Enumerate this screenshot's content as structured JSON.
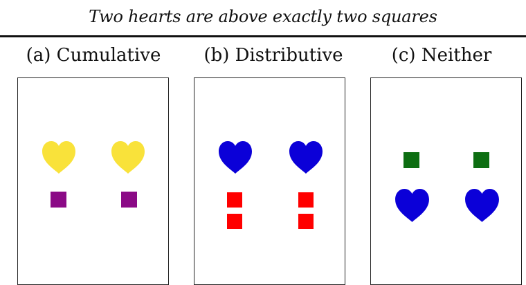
{
  "caption": "Two hearts are above exactly two squares",
  "panels": [
    {
      "label": "(a) Cumulative",
      "heart_color": "#f9e23a",
      "square_color": "#8b0a86",
      "arrangement": "2 hearts above 2 squares, one square below each heart"
    },
    {
      "label": "(b) Distributive",
      "heart_color": "#0b00d8",
      "square_color": "#ff0000",
      "arrangement": "2 hearts above 4 squares, two stacked squares below each heart"
    },
    {
      "label": "(c) Neither",
      "heart_color": "#0b00d8",
      "square_color": "#0d6e12",
      "arrangement": "2 squares above 2 hearts, one heart below each square"
    }
  ],
  "icons": {
    "heart": "heart-icon",
    "square": "square-icon"
  }
}
